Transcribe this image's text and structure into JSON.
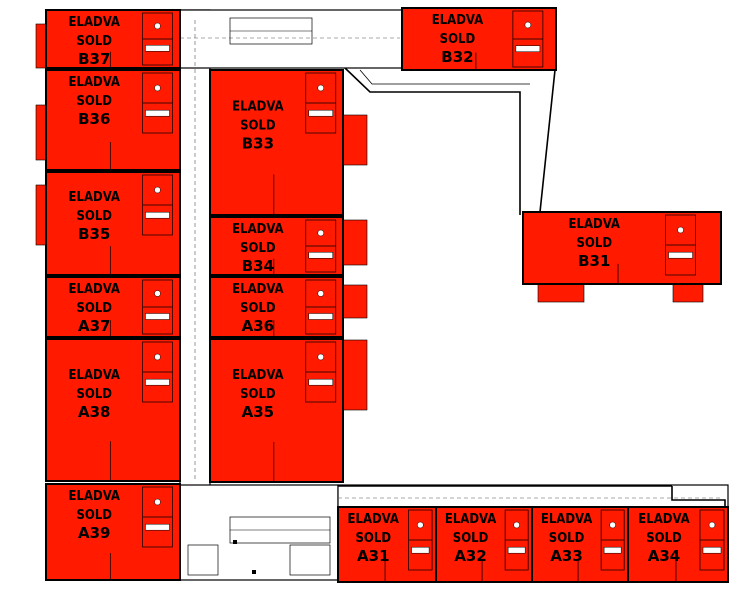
{
  "units": [
    {
      "id": "B37",
      "status": "ELADVA",
      "status_en": "SOLD"
    },
    {
      "id": "B32",
      "status": "ELADVA",
      "status_en": "SOLD"
    },
    {
      "id": "B36",
      "status": "ELADVA",
      "status_en": "SOLD"
    },
    {
      "id": "B33",
      "status": "ELADVA",
      "status_en": "SOLD"
    },
    {
      "id": "B35",
      "status": "ELADVA",
      "status_en": "SOLD"
    },
    {
      "id": "B34",
      "status": "ELADVA",
      "status_en": "SOLD"
    },
    {
      "id": "B31",
      "status": "ELADVA",
      "status_en": "SOLD"
    },
    {
      "id": "A37",
      "status": "ELADVA",
      "status_en": "SOLD"
    },
    {
      "id": "A36",
      "status": "ELADVA",
      "status_en": "SOLD"
    },
    {
      "id": "A38",
      "status": "ELADVA",
      "status_en": "SOLD"
    },
    {
      "id": "A35",
      "status": "ELADVA",
      "status_en": "SOLD"
    },
    {
      "id": "A39",
      "status": "ELADVA",
      "status_en": "SOLD"
    },
    {
      "id": "A31",
      "status": "ELADVA",
      "status_en": "SOLD"
    },
    {
      "id": "A32",
      "status": "ELADVA",
      "status_en": "SOLD"
    },
    {
      "id": "A33",
      "status": "ELADVA",
      "status_en": "SOLD"
    },
    {
      "id": "A34",
      "status": "ELADVA",
      "status_en": "SOLD"
    }
  ],
  "colors": {
    "sold": "#ff1a00",
    "wall": "#000000",
    "background": "#ffffff"
  }
}
